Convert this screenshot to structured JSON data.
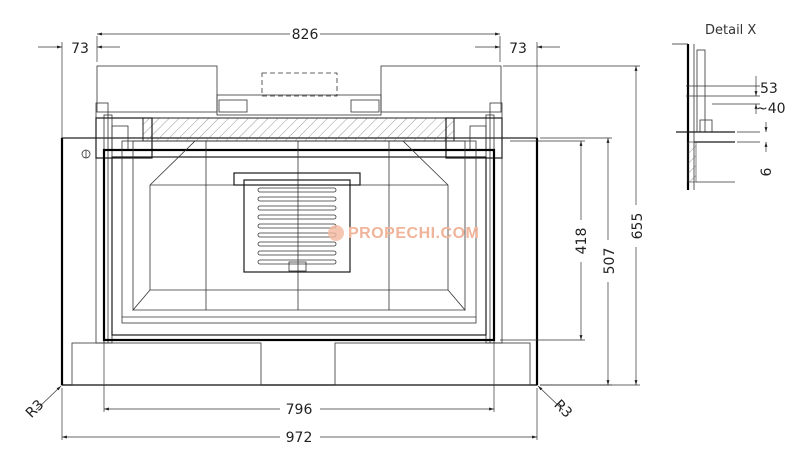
{
  "detail_title": "Detail X",
  "watermark": "PROPECHI.COM",
  "dimensions": {
    "overall_width": "972",
    "top_width": "826",
    "left_offset": "73",
    "right_offset": "73",
    "inner_width": "796",
    "height_overall": "655",
    "height_mid": "507",
    "height_inner": "418",
    "radius_left": "R3",
    "radius_right": "R3"
  },
  "detail_dims": {
    "d53": "53",
    "d40": "~40",
    "d6": "6"
  }
}
